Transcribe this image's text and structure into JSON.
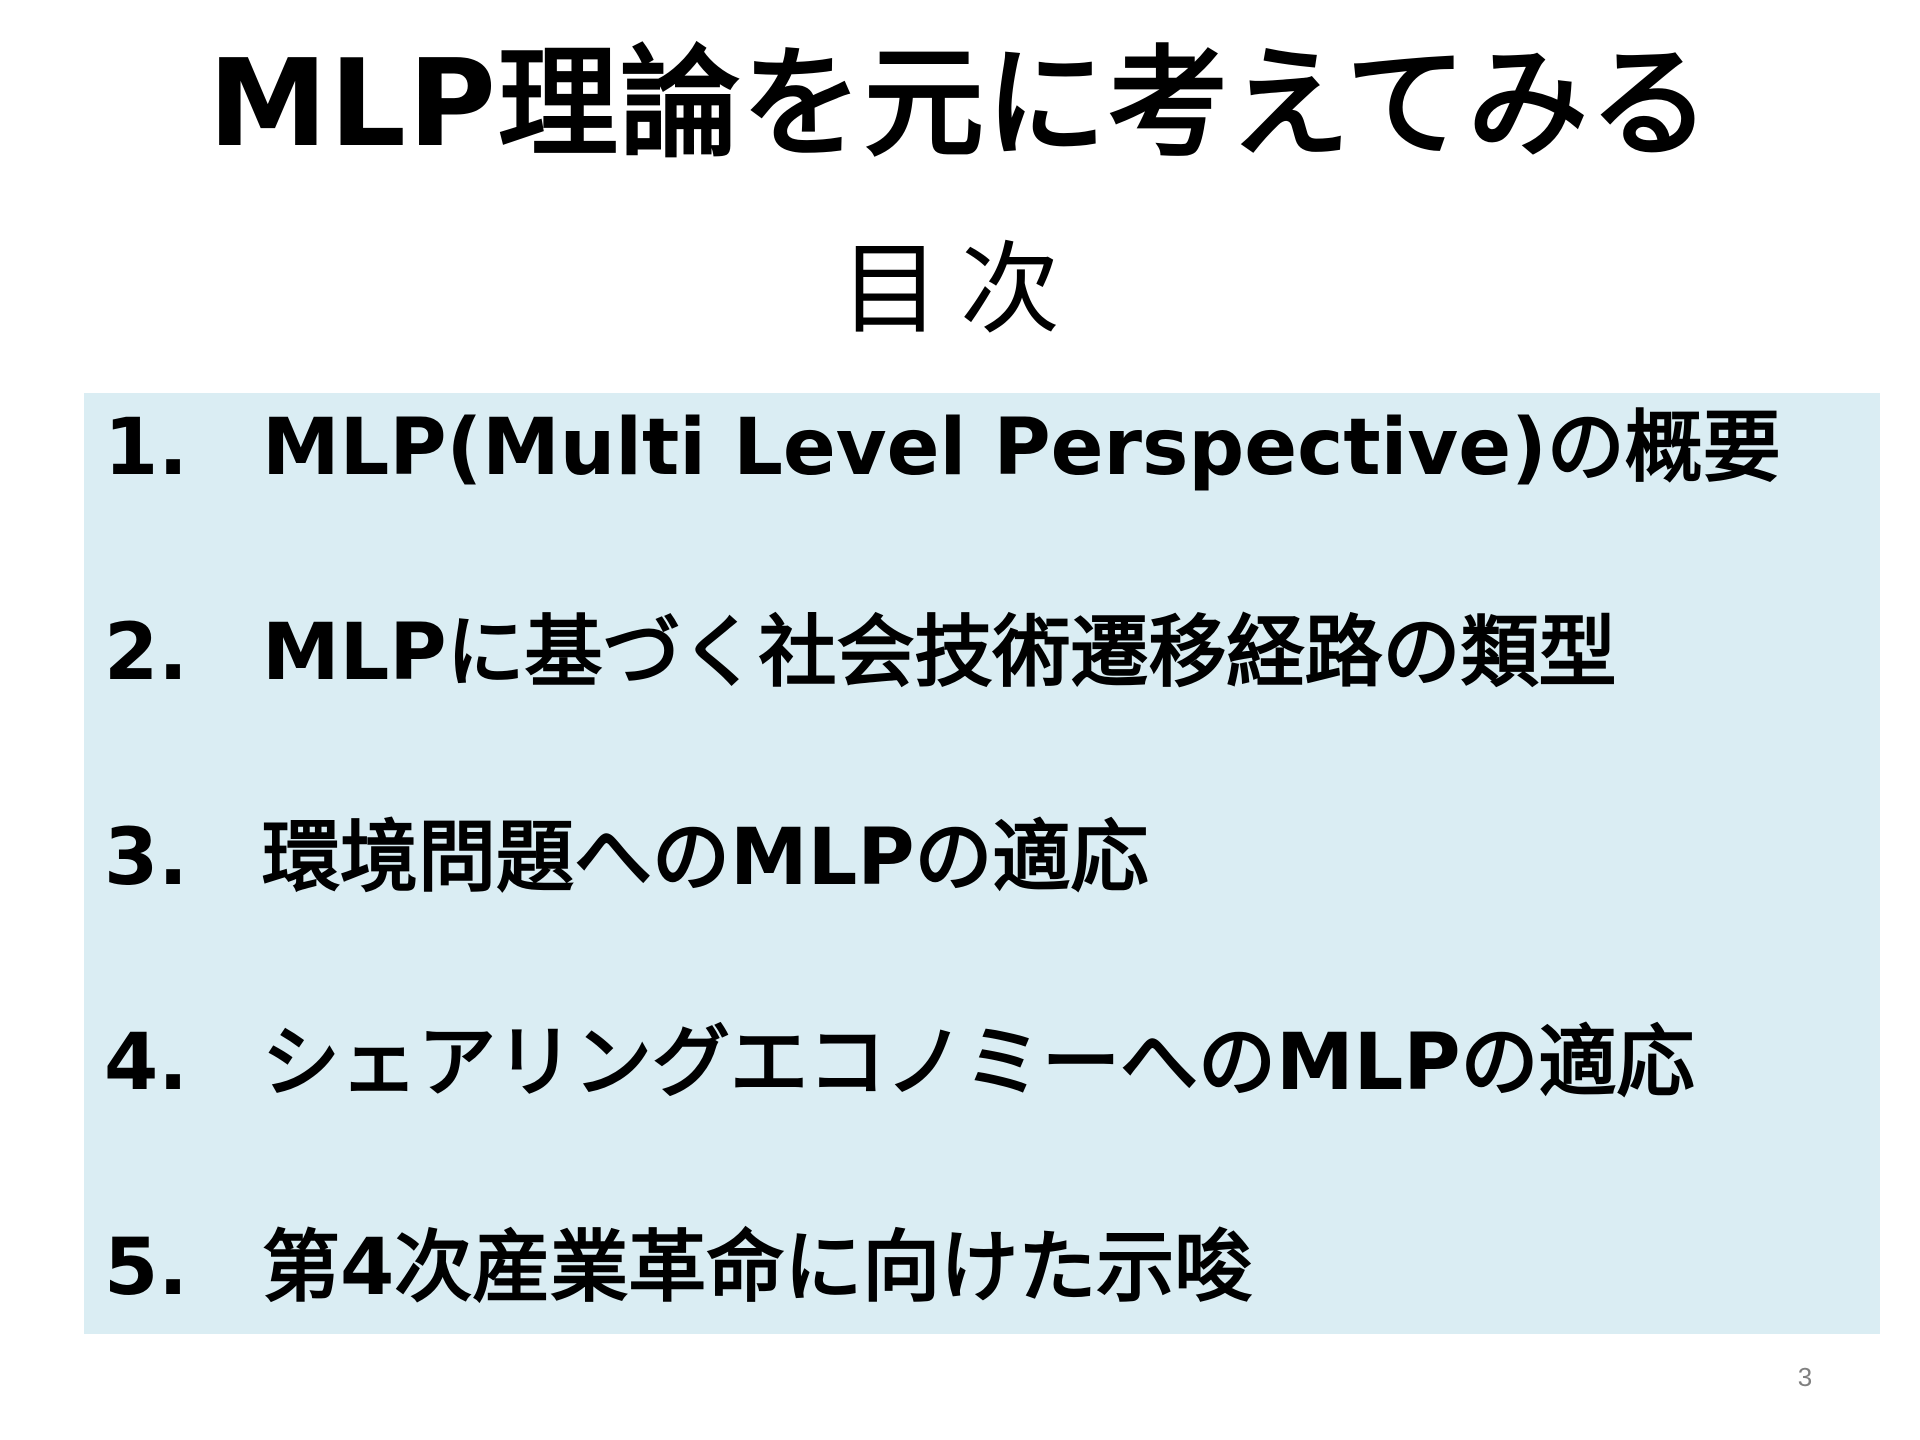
{
  "slide": {
    "title": "MLP理論を元に考えてみる",
    "subtitle": "目次",
    "page_number": "3"
  },
  "toc": {
    "background_color": "#daedf3",
    "items": [
      {
        "number": "1.",
        "label": "MLP(Multi Level Perspective)の概要"
      },
      {
        "number": "2.",
        "label": "MLPに基づく社会技術遷移経路の類型"
      },
      {
        "number": "3.",
        "label": "環境問題へのMLPの適応"
      },
      {
        "number": "4.",
        "label": "シェアリングエコノミーへのMLPの適応"
      },
      {
        "number": "5.",
        "label": "第4次産業革命に向けた示唆"
      }
    ]
  }
}
